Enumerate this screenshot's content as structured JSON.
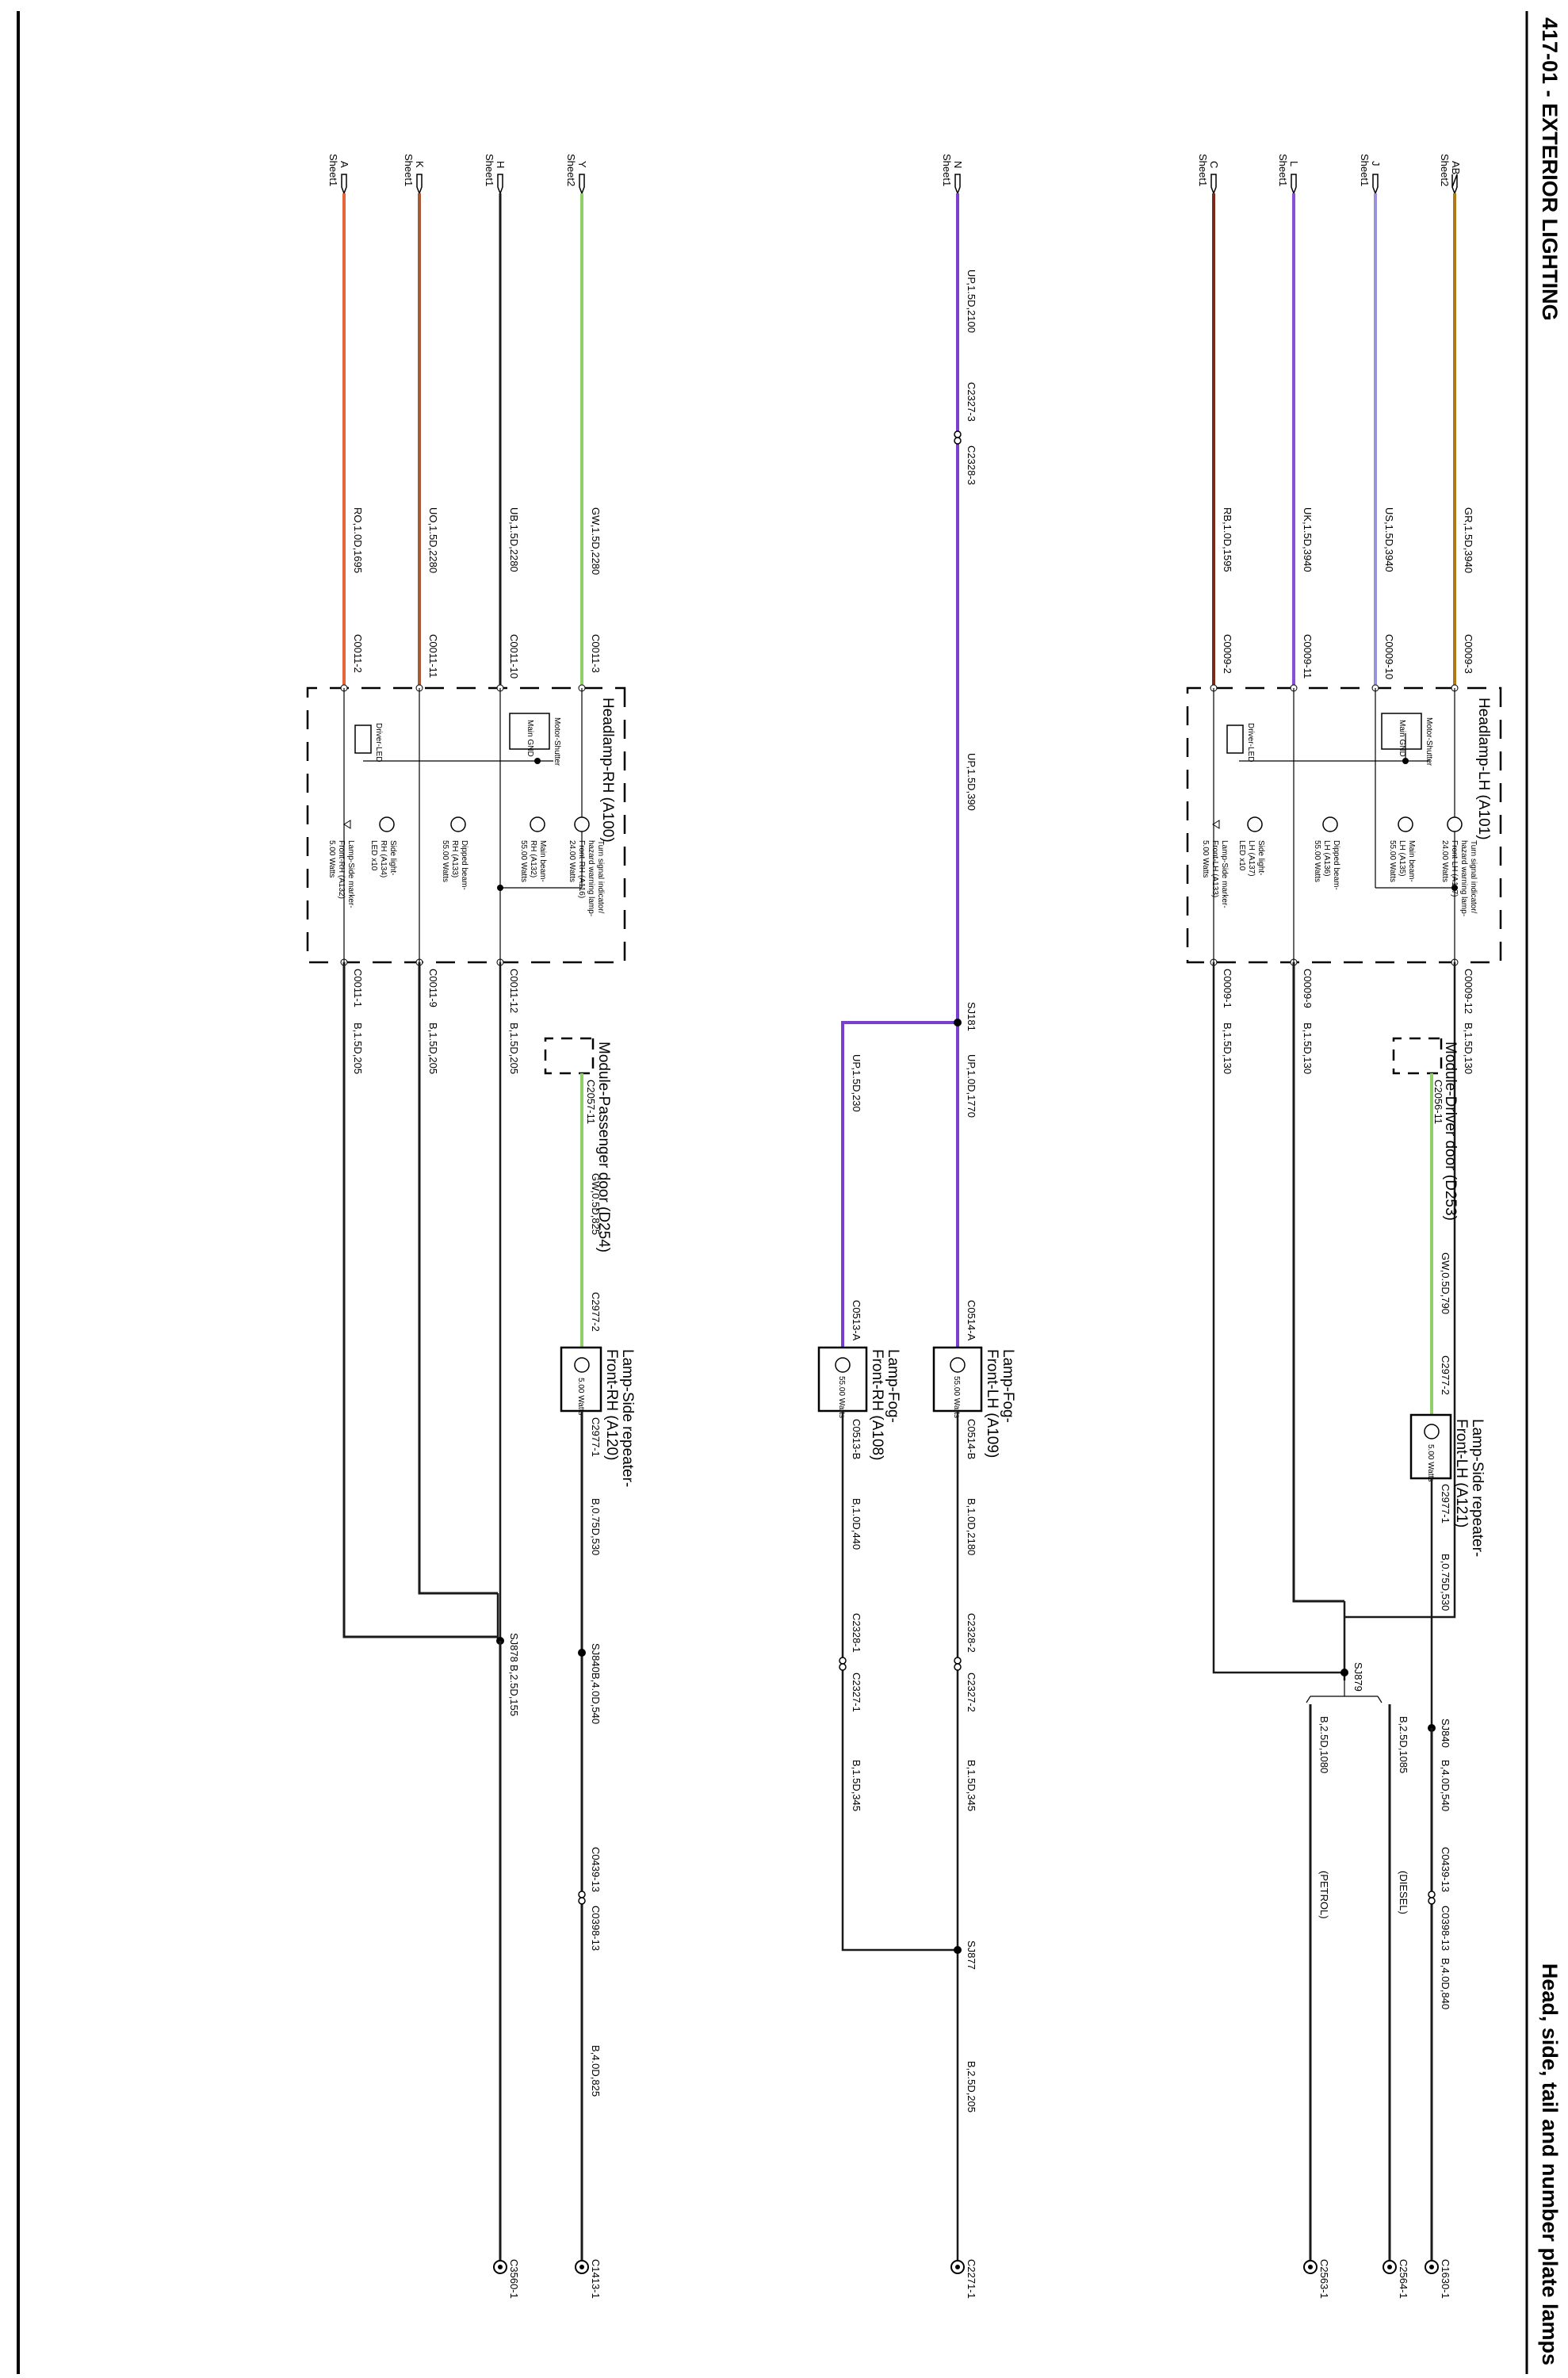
{
  "header": {
    "section_title": "417-01 - EXTERIOR LIGHTING",
    "page_title": "Head, side, tail and number plate lamps"
  },
  "colors": {
    "orange": "#e8643a",
    "brown": "#a85a35",
    "black": "#1a1a1a",
    "light_green": "#8fd06a",
    "purple": "#7b3fd0",
    "dark_red": "#7a2a1a",
    "lilac": "#9a92d8",
    "gold": "#b0781a",
    "violet": "#8a4fd8"
  },
  "connectors_left": [
    {
      "letter": "AB",
      "sheet": "Sheet2"
    },
    {
      "letter": "J",
      "sheet": "Sheet1"
    },
    {
      "letter": "L",
      "sheet": "Sheet1"
    },
    {
      "letter": "C",
      "sheet": "Sheet1"
    },
    {
      "letter": "N",
      "sheet": "Sheet1"
    },
    {
      "letter": "Y",
      "sheet": "Sheet2"
    },
    {
      "letter": "H",
      "sheet": "Sheet1"
    },
    {
      "letter": "K",
      "sheet": "Sheet1"
    },
    {
      "letter": "A",
      "sheet": "Sheet1"
    }
  ],
  "wires": {
    "gr_3940": "GR,1.5D,3940",
    "us_3940": "US,1.5D,3940",
    "uk_3940": "UK,1.5D,3940",
    "rb_1595": "RB,1.0D,1595",
    "up_2100": "UP,1.5D,2100",
    "up_390": "UP,1.5D,390",
    "up_1770": "UP,1.0D,1770",
    "up_230": "UP,1.5D,230",
    "gw_2280": "GW,1.5D,2280",
    "ub_2280": "UB,1.5D,2280",
    "uo_2280": "UO,1.5D,2280",
    "ro_1695": "RO,1.0D,1695",
    "b_130_a": "B,1.5D,130",
    "b_130_b": "B,1.5D,130",
    "b_130_c": "B,1.5D,130",
    "b_205_a": "B,1.5D,205",
    "b_205_b": "B,1.5D,205",
    "b_205_c": "B,1.5D,205",
    "gw_790": "GW,0.5D,790",
    "gw_825": "GW,0.5D,825",
    "b_530_a": "B,0.75D,530",
    "b_530_b": "B,0.75D,530",
    "b_540_a": "B,4.0D,540",
    "b_540_b": "B,4.0D,540",
    "b_840": "B,4.0D,840",
    "b_825": "B,4.0D,825",
    "b_1085": "B,2.5D,1085",
    "b_1080": "B,2.5D,1080",
    "b_2180": "B,1.0D,2180",
    "b_440": "B,1.0D,440",
    "b_345_a": "B,1.5D,345",
    "b_345_b": "B,1.5D,345",
    "b_205_d": "B,2.5D,205",
    "b_155": "B,2.5D,155"
  },
  "connectors": {
    "c0009_3": "C0009-3",
    "c0009_10": "C0009-10",
    "c0009_11": "C0009-11",
    "c0009_2": "C0009-2",
    "c0009_12": "C0009-12",
    "c0009_9": "C0009-9",
    "c0009_1": "C0009-1",
    "c2327_3": "C2327-3",
    "c2328_3": "C2328-3",
    "c0011_3": "C0011-3",
    "c0011_10": "C0011-10",
    "c0011_11": "C0011-11",
    "c0011_2": "C0011-2",
    "c0011_12": "C0011-12",
    "c0011_9": "C0011-9",
    "c0011_1": "C0011-1",
    "c2056_11": "C2056-11",
    "c2057_11": "C2057-11",
    "c2977_2a": "C2977-2",
    "c2977_1a": "C2977-1",
    "c2977_2b": "C2977-2",
    "c2977_1b": "C2977-1",
    "c0514_a": "C0514-A",
    "c0514_b": "C0514-B",
    "c0513_a": "C0513-A",
    "c0513_b": "C0513-B",
    "c2328_2": "C2328-2",
    "c2327_2": "C2327-2",
    "c2328_1": "C2328-1",
    "c2327_1": "C2327-1",
    "c0439_13a": "C0439-13",
    "c0398_13a": "C0398-13",
    "c0439_13b": "C0439-13",
    "c0398_13b": "C0398-13",
    "g1_end": "C1630-1",
    "g2_end": "C2564-1",
    "g3_end": "C2563-1",
    "g4_end": "C2271-1",
    "g5_end": "C1413-1",
    "g6_end": "C3560-1"
  },
  "splices": {
    "s181": "SJ181",
    "s879": "SJ879",
    "s840a": "SJ840",
    "s877": "SJ877",
    "s878": "SJ878",
    "s840b": "SJ840"
  },
  "variants": {
    "diesel": "(DIESEL)",
    "petrol": "(PETROL)"
  },
  "components": {
    "headlamp_lh": "Headlamp-LH (A101)",
    "headlamp_rh": "Headlamp-RH (A100)",
    "driver_door": "Module-Driver door (D253)",
    "pass_door": "Module-Passenger door (D254)",
    "repeater_lh_1": "Lamp-Side repeater-",
    "repeater_lh_2": "Front-LH (A121)",
    "repeater_rh_1": "Lamp-Side repeater-",
    "repeater_rh_2": "Front-RH (A120)",
    "fog_lh_1": "Lamp-Fog-",
    "fog_lh_2": "Front-LH (A109)",
    "fog_rh_1": "Lamp-Fog-",
    "fog_rh_2": "Front-RH (A108)"
  },
  "internals": {
    "turn_lh_1": "Turn signal indicator/",
    "turn_lh_2": "hazard warning lamp-",
    "turn_lh_3": "Front-LH (A117)",
    "turn_lh_w": "24.00 Watts",
    "main_lh_1": "Main beam-",
    "main_lh_2": "LH (A135)",
    "main_lh_w": "55.00 Watts",
    "dip_lh_1": "Dipped beam-",
    "dip_lh_2": "LH (A136)",
    "dip_lh_w": "55.00 Watts",
    "side_lh_1": "Side light-",
    "side_lh_2": "LH (A137)",
    "side_lh_led": "LED x10",
    "marker_lh_1": "Lamp-Side marker-",
    "marker_lh_2": "Front-LH (A133)",
    "marker_lh_w": "5.00 Watts",
    "motor_lh": "Motor-Shutter",
    "gnd_lh": "Main GND",
    "drv_lh": "Driver-LED",
    "turn_rh_1": "Turn signal indicator/",
    "turn_rh_2": "hazard warning lamp-",
    "turn_rh_3": "Front-RH (A116)",
    "turn_rh_w": "24.00 Watts",
    "main_rh_1": "Main beam-",
    "main_rh_2": "RH (A132)",
    "main_rh_w": "55.00 Watts",
    "dip_rh_1": "Dipped beam-",
    "dip_rh_2": "RH (A133)",
    "dip_rh_w": "55.00 Watts",
    "side_rh_1": "Side light-",
    "side_rh_2": "RH (A134)",
    "side_rh_led": "LED x10",
    "marker_rh_1": "Lamp-Side marker-",
    "marker_rh_2": "Front-RH (A132)",
    "marker_rh_w": "5.00 Watts",
    "motor_rh": "Motor-Shutter",
    "gnd_rh": "Main GND",
    "drv_rh": "Driver-LED",
    "rep_lh_w": "5.00 Watts",
    "rep_rh_w": "5.00 Watts",
    "fog_lh_w": "55.00 Watts",
    "fog_rh_w": "55.00 Watts"
  }
}
